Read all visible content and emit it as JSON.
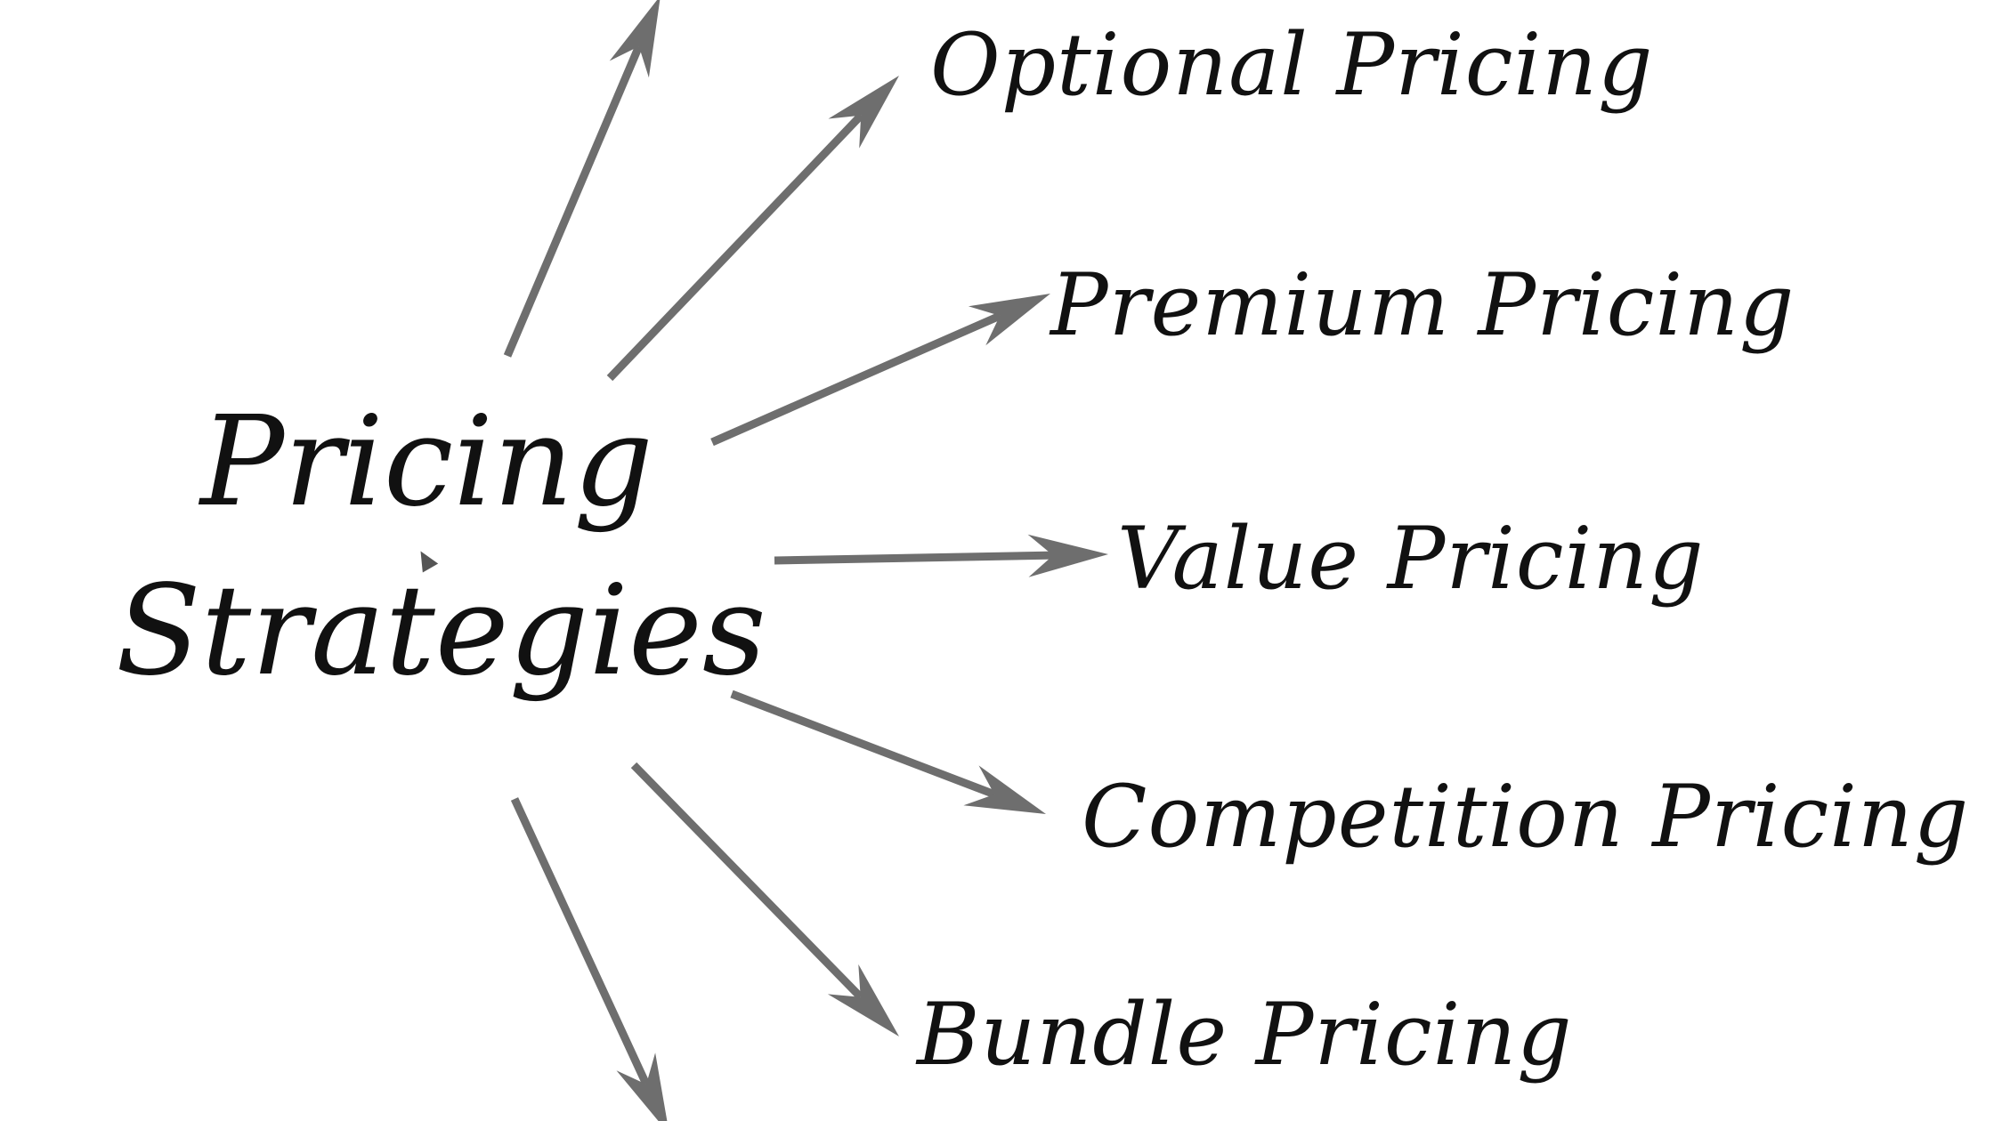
{
  "diagram": {
    "center": {
      "line1": "Pricing",
      "line2": "Strategies"
    },
    "strategies": [
      {
        "id": "optional",
        "label": "Optional Pricing"
      },
      {
        "id": "premium",
        "label": "Premium Pricing"
      },
      {
        "id": "value",
        "label": "Value Pricing"
      },
      {
        "id": "competition",
        "label": "Competition Pricing"
      },
      {
        "id": "bundle",
        "label": "Bundle Pricing"
      }
    ],
    "arrow_color": "#6e6e6e",
    "text_color": "#111111"
  }
}
